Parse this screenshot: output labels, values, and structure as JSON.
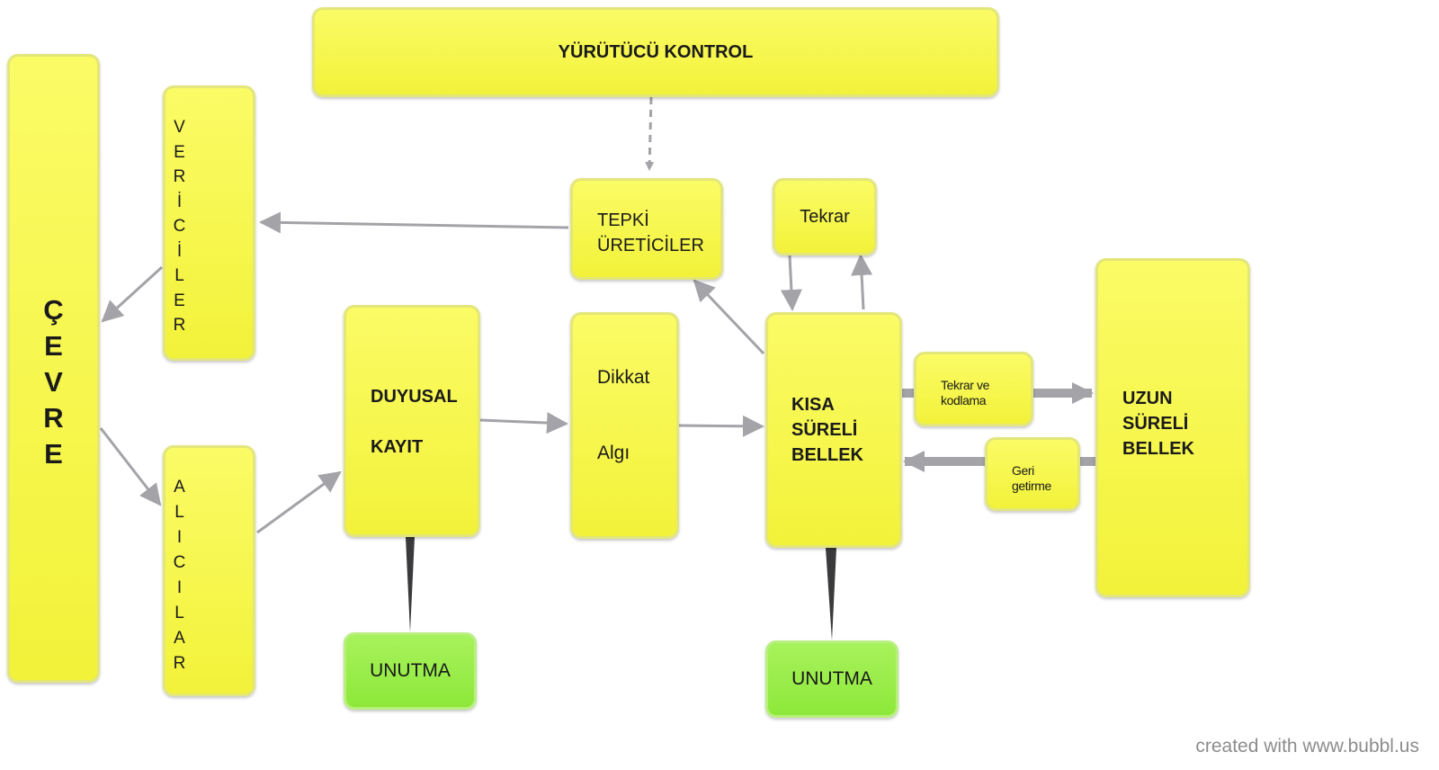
{
  "nodes": {
    "yurutucu_kontrol": "YÜRÜTÜCÜ KONTROL",
    "cevre": "Ç\nE\nV\nR\nE",
    "vericiler": "V\nE\nR\nİ\nC\nİ\nL\nE\nR",
    "alicilar": "A\nL\nI\nC\nI\nL\nA\nR",
    "duyusal_kayit": "DUYUSAL\n\nKAYIT",
    "dikkat": "Dikkat",
    "algi": "Algı",
    "tepki_ureticiler": "TEPKİ\nÜRETİCİLER",
    "tekrar": "Tekrar",
    "kisa_sureli_bellek": "KISA\nSÜRELİ\nBELLEK",
    "tekrar_ve_kodlama": "Tekrar ve\nkodlama",
    "geri_getirme": "Geri\ngetirme",
    "uzun_sureli_bellek": "UZUN\nSÜRELİ\nBELLEK",
    "unutma_1": "UNUTMA",
    "unutma_2": "UNUTMA"
  },
  "footer": "created with www.bubbl.us",
  "colors": {
    "node_fill": "#f7f74a",
    "node_border": "#e3e67a",
    "forget_fill": "#96ea44",
    "edge": "#a3a3a8",
    "dark_edge": "#3a3a3c"
  }
}
